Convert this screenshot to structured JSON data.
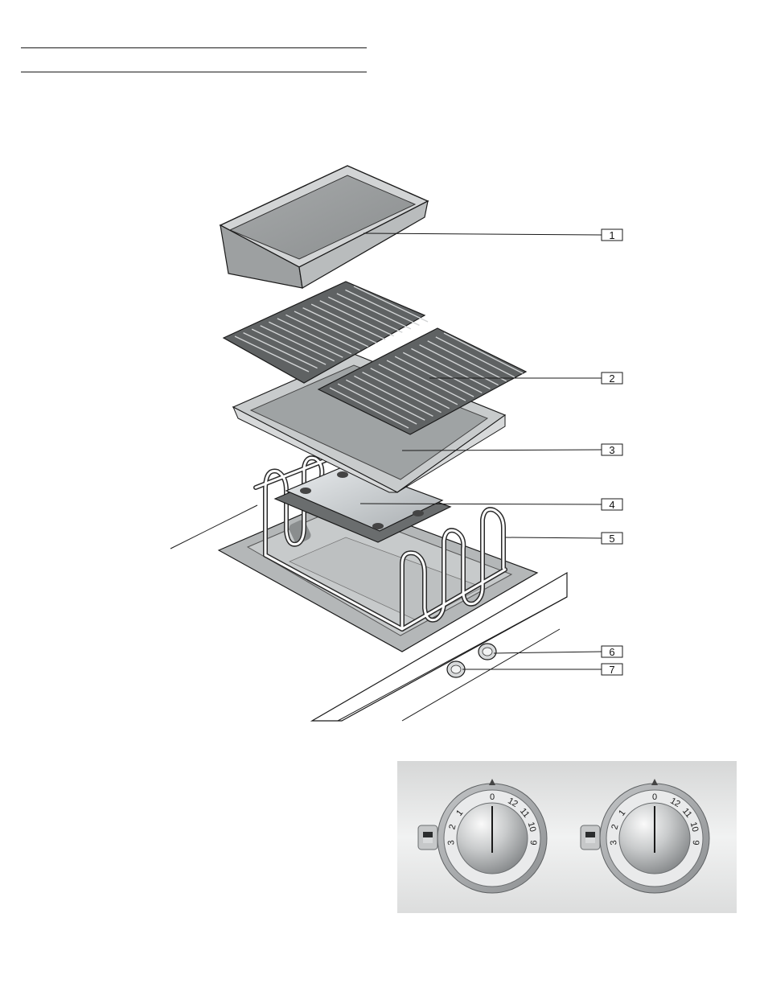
{
  "callouts": [
    {
      "label": "1"
    },
    {
      "label": "2"
    },
    {
      "label": "3"
    },
    {
      "label": "4"
    },
    {
      "label": "5"
    },
    {
      "label": "6"
    },
    {
      "label": "7"
    }
  ],
  "knob_scale": [
    "0",
    "12",
    "11",
    "10",
    "9",
    "3",
    "2",
    "1"
  ],
  "colors": {
    "line": "#1a1a1a",
    "pan_gray": "#8f9293",
    "panel_gray": "#e4e5e5",
    "knob_ring": "#a9acae"
  }
}
